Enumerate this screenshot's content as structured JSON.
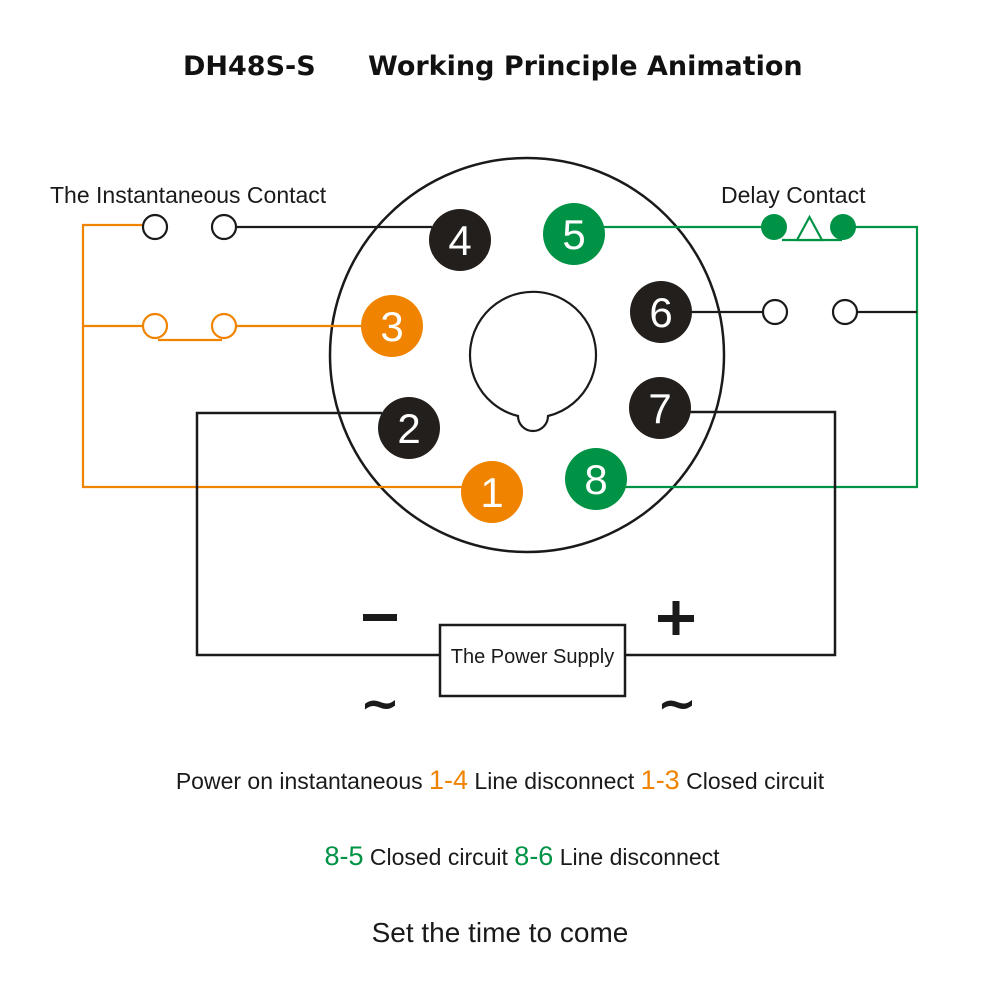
{
  "title": {
    "model": "DH48S-S",
    "subtitle": "Working Principle Animation"
  },
  "labels": {
    "instantaneous_contact": "The Instantaneous Contact",
    "delay_contact": "Delay Contact",
    "power_supply": "The Power Supply",
    "minus": "−",
    "plus": "+",
    "ac_left": "~",
    "ac_right": "~"
  },
  "colors": {
    "black_pin": "#231f1c",
    "orange": "#f08300",
    "green": "#009245",
    "wire": "#1a1a1a"
  },
  "pins": [
    {
      "number": "1",
      "color": "orange"
    },
    {
      "number": "2",
      "color": "black"
    },
    {
      "number": "3",
      "color": "orange"
    },
    {
      "number": "4",
      "color": "black"
    },
    {
      "number": "5",
      "color": "green"
    },
    {
      "number": "6",
      "color": "black"
    },
    {
      "number": "7",
      "color": "black"
    },
    {
      "number": "8",
      "color": "green"
    }
  ],
  "captions": {
    "line1": {
      "prefix": "Power on instantaneous ",
      "pair1": "1-4",
      "mid": " Line disconnect ",
      "pair2": "1-3",
      "suffix": " Closed circuit"
    },
    "line2": {
      "pair1": "8-5",
      "mid": " Closed circuit ",
      "pair2": "8-6",
      "suffix": " Line disconnect"
    },
    "line3": "Set the time to come"
  }
}
